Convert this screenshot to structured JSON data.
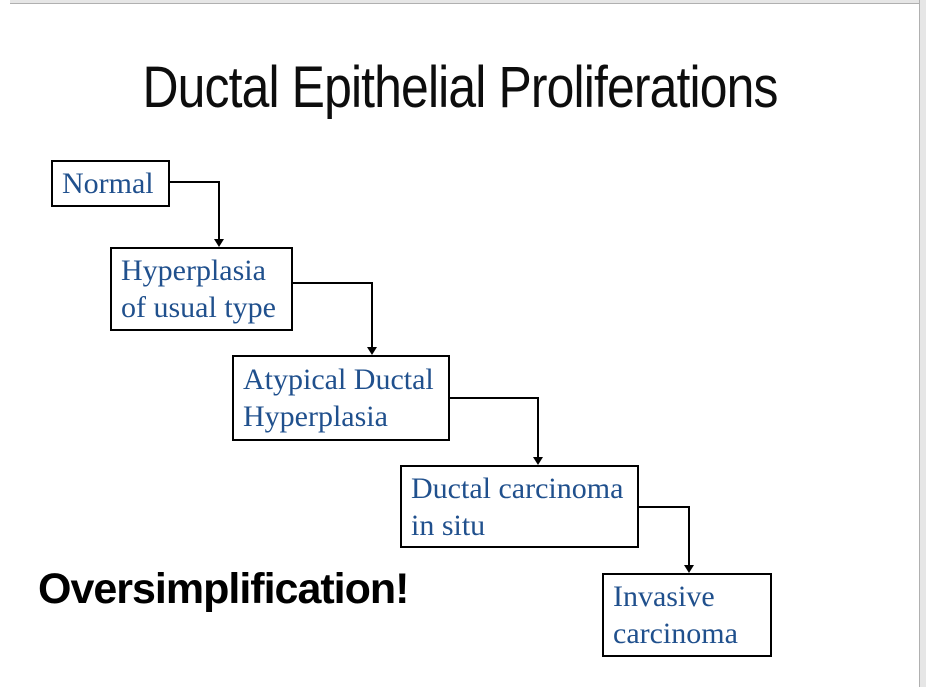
{
  "canvas": {
    "outside_background": "#e6e6e6",
    "outside_border": "#b0b0b0",
    "slide_background": "#ffffff"
  },
  "slide": {
    "title": "Ductal Epithelial Proliferations",
    "title_color": "#0d0d0d",
    "annotation": "Oversimplification!",
    "annotation_color": "#000000"
  },
  "flowchart": {
    "node_text_color": "#20508D",
    "node_border_color": "#000000",
    "connector_color": "#000000",
    "nodes": [
      {
        "label": "Normal",
        "line1": "Normal",
        "line2": ""
      },
      {
        "label": "Hyperplasia of usual type",
        "line1": "Hyperplasia",
        "line2": "of usual type"
      },
      {
        "label": "Atypical Ductal Hyperplasia",
        "line1": "Atypical Ductal",
        "line2": "Hyperplasia"
      },
      {
        "label": "Ductal carcinoma in situ",
        "line1": "Ductal carcinoma",
        "line2": "in situ"
      },
      {
        "label": "Invasive carcinoma",
        "line1": "Invasive",
        "line2": "carcinoma"
      }
    ]
  }
}
